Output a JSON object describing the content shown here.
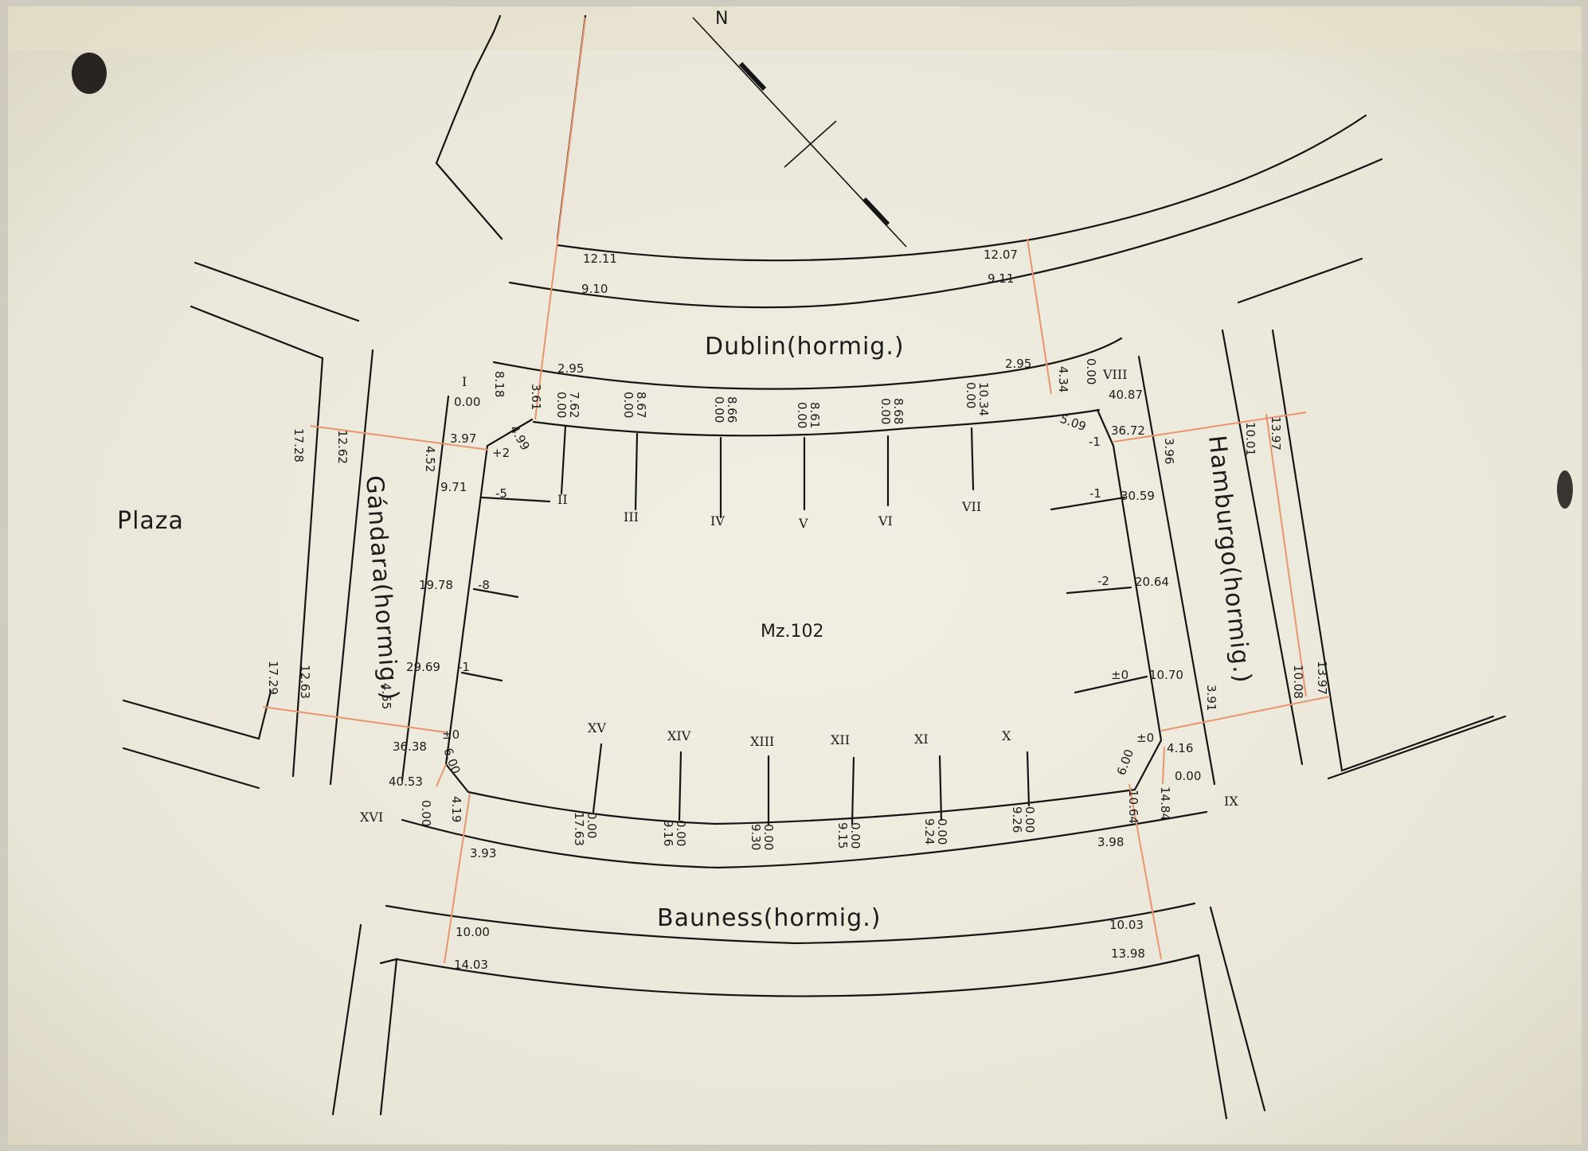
{
  "streets": {
    "dublin": "Dublin(hormig.)",
    "bauness": "Bauness(hormig.)",
    "gandara": "Gándara(hormig.)",
    "hamburgo": "Hamburgo(hormig.)"
  },
  "plaza_label": "Plaza",
  "block_label": "Mz.102",
  "north_label": "N",
  "colors": {
    "paper": "#efece0",
    "ink": "#151515",
    "red_line": "#e8956e"
  },
  "romans": [
    "I",
    "II",
    "III",
    "IV",
    "V",
    "VI",
    "VII",
    "VIII",
    "IX",
    "X",
    "XI",
    "XII",
    "XIII",
    "XIV",
    "XV",
    "XVI"
  ],
  "dublin_widths": {
    "left_outer": "12.11",
    "left_inner": "9.10",
    "right_outer": "12.07",
    "right_inner": "9.11",
    "left_side": "2.95",
    "right_side": "2.95"
  },
  "bauness_widths": {
    "left_inner": "10.00",
    "left_outer": "14.03",
    "right_inner": "10.03",
    "right_outer": "13.98",
    "left_side": "3.93",
    "right_side": "3.98"
  },
  "gandara_widths": {
    "top_outer": "17.28",
    "top_inner": "12.62",
    "bottom_outer": "17.29",
    "bottom_inner": "12.63",
    "top_side": "4.52",
    "bottom_side": "4.55"
  },
  "hamburgo_widths": {
    "top_inner": "10.01",
    "top_outer": "13.97",
    "bottom_inner": "10.08",
    "bottom_outer": "13.97",
    "top_side": "3.96",
    "bottom_side": "3.91"
  },
  "top_lots": [
    {
      "a": "7.62",
      "b": "0.00"
    },
    {
      "a": "8.67",
      "b": "0.00"
    },
    {
      "a": "8.66",
      "b": "0.00"
    },
    {
      "a": "8.61",
      "b": "0.00"
    },
    {
      "a": "8.68",
      "b": "0.00"
    },
    {
      "a": "10.34",
      "b": "0.00"
    }
  ],
  "bottom_lots": [
    {
      "a": "17.63",
      "b": "0.00"
    },
    {
      "a": "9.16",
      "b": "0.00"
    },
    {
      "a": "9.30",
      "b": "0.00"
    },
    {
      "a": "9.15",
      "b": "0.00"
    },
    {
      "a": "9.24",
      "b": "0.00"
    },
    {
      "a": "9.26",
      "b": "0.00"
    }
  ],
  "left_lots": [
    {
      "dist": "9.71",
      "level": "-5"
    },
    {
      "dist": "19.78",
      "level": "-8"
    },
    {
      "dist": "29.69",
      "level": "-1"
    }
  ],
  "right_lots": [
    {
      "dist": "30.59",
      "level": "-1"
    },
    {
      "dist": "20.64",
      "level": "-2"
    },
    {
      "dist": "10.70",
      "level": "±0"
    }
  ],
  "corner_nw": {
    "a": "0.00",
    "b": "8.18",
    "c": "3.61",
    "d": "3.97",
    "e": "4.99",
    "f": "+2"
  },
  "corner_ne": {
    "a": "0.00",
    "b": "4.34",
    "c": "40.87",
    "d": "5.09",
    "e": "-1",
    "f": "36.72"
  },
  "corner_sw": {
    "a": "±0",
    "b": "36.38",
    "c": "6.00",
    "d": "40.53",
    "e": "0.00",
    "f": "4.19"
  },
  "corner_se": {
    "a": "±0",
    "b": "4.16",
    "c": "6.00",
    "d": "0.00",
    "e": "10.64",
    "f": "14.84"
  }
}
